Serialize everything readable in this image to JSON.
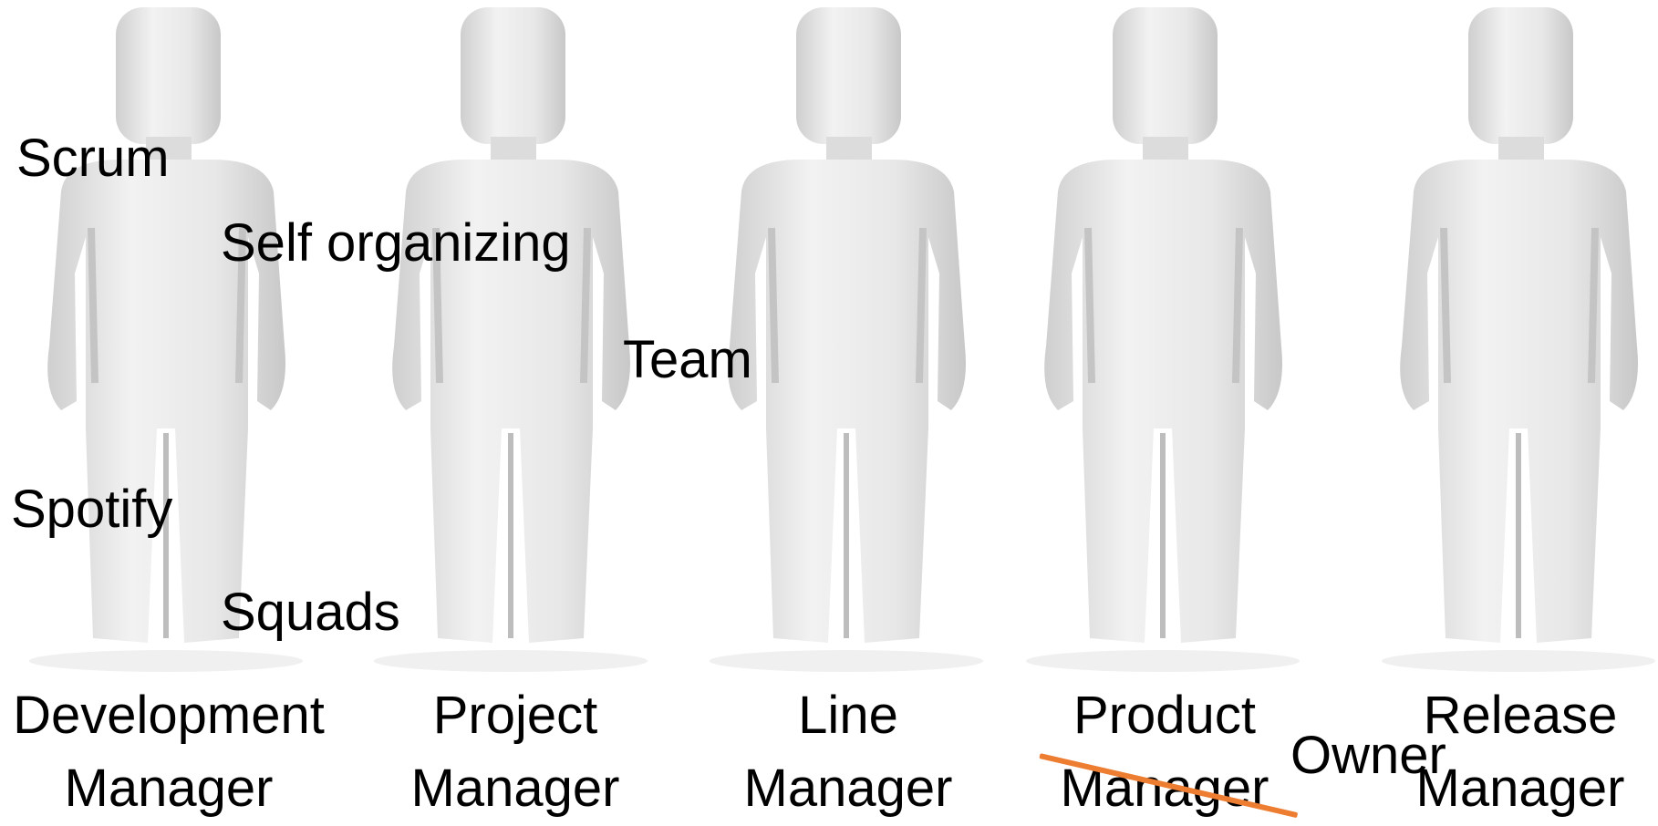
{
  "roles": [
    {
      "line1": "Development",
      "line2": "Manager"
    },
    {
      "line1": "Project",
      "line2": "Manager"
    },
    {
      "line1": "Line",
      "line2": "Manager"
    },
    {
      "line1": "Product",
      "line2": "Manager"
    },
    {
      "line1": "Release",
      "line2": "Manager"
    }
  ],
  "overlay_words": {
    "scrum": "Scrum",
    "self_organizing": "Self organizing",
    "team": "Team",
    "spotify": "Spotify",
    "squads": "Squads",
    "owner": "Owner"
  },
  "colors": {
    "strike": "#ed7d31",
    "figure": "#e6e6e6"
  }
}
